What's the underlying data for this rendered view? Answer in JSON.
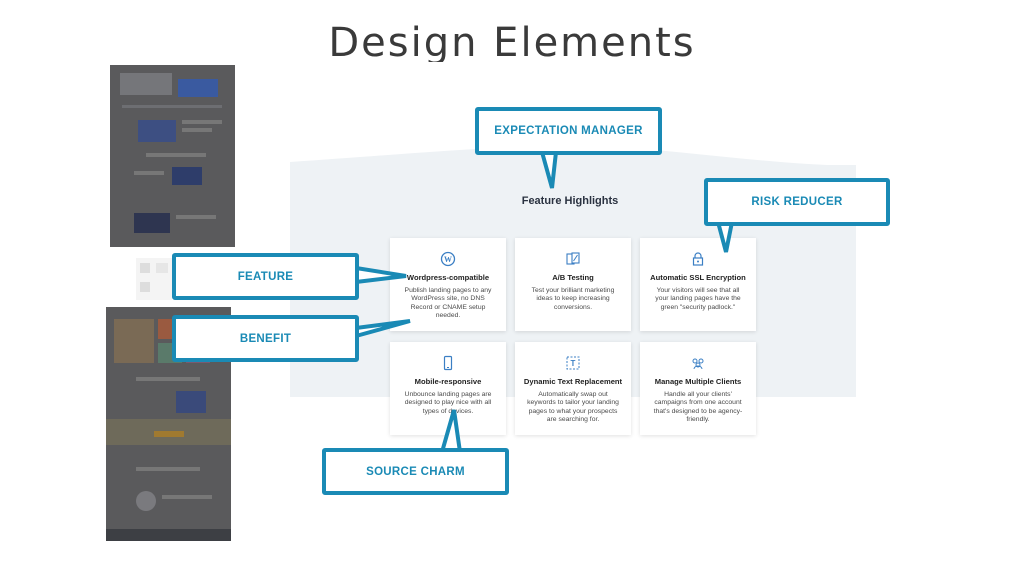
{
  "slide": {
    "title": "Design Elements"
  },
  "section": {
    "heading": "Feature Highlights"
  },
  "cards": [
    {
      "title": "Wordpress-compatible",
      "desc": "Publish landing pages to any WordPress site, no DNS Record or CNAME setup needed.",
      "icon": "wordpress-icon"
    },
    {
      "title": "A/B Testing",
      "desc": "Test your brilliant marketing ideas to keep increasing conversions.",
      "icon": "ab-test-icon"
    },
    {
      "title": "Automatic SSL Encryption",
      "desc": "Your visitors will see that all your landing pages have the green \"security padlock.\"",
      "icon": "padlock-icon"
    },
    {
      "title": "Mobile-responsive",
      "desc": "Unbounce landing pages are designed to play nice with all types of devices.",
      "icon": "mobile-icon"
    },
    {
      "title": "Dynamic Text Replacement",
      "desc": "Automatically swap out keywords to tailor your landing pages to what your prospects are searching for.",
      "icon": "text-replace-icon"
    },
    {
      "title": "Manage Multiple Clients",
      "desc": "Handle all your clients' campaigns from one account that's designed to be agency-friendly.",
      "icon": "clients-icon"
    }
  ],
  "callouts": {
    "expectation": "EXPECTATION MANAGER",
    "risk": "RISK REDUCER",
    "feature": "FEATURE",
    "benefit": "BENEFIT",
    "source": "SOURCE CHARM"
  },
  "colors": {
    "accent": "#1a8ab5",
    "section_bg": "#eef2f5",
    "thumb_bg": "#5a5a5c",
    "title_text": "#3a3a3a"
  }
}
